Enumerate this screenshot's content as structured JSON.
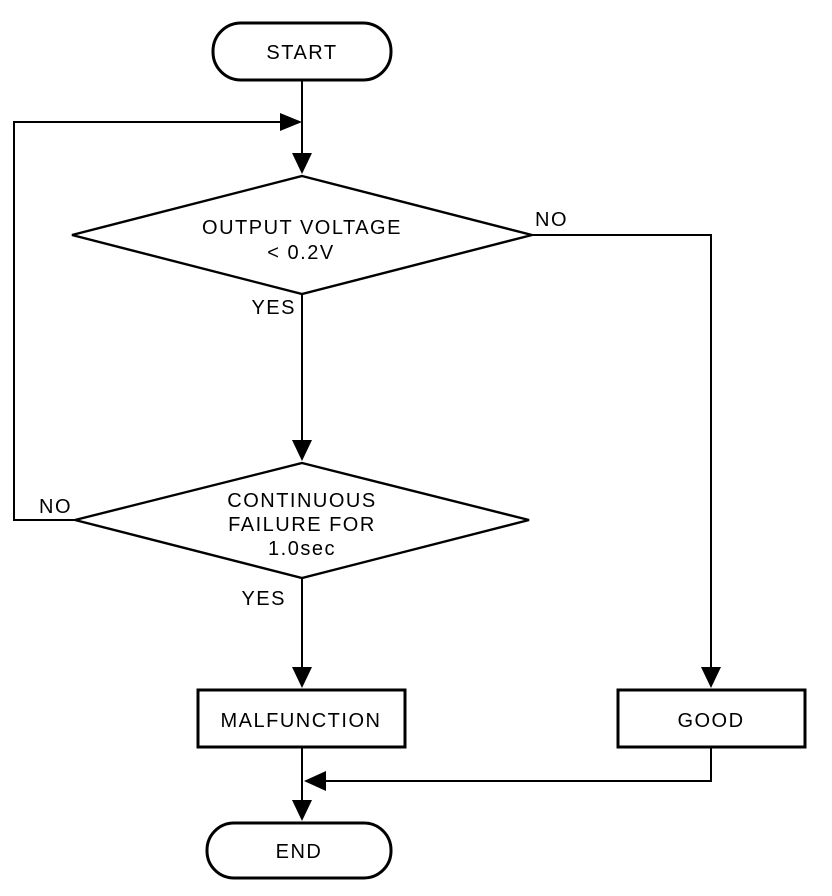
{
  "diagram": {
    "type": "flowchart",
    "colors": {
      "ink": "#000000",
      "background": "#ffffff"
    },
    "nodes": {
      "start": {
        "type": "terminator",
        "label": "START"
      },
      "decision_output_voltage": {
        "type": "decision",
        "lines": [
          "OUTPUT VOLTAGE",
          "< 0.2V"
        ]
      },
      "decision_continuous_failure": {
        "type": "decision",
        "lines": [
          "CONTINUOUS",
          "FAILURE FOR",
          "1.0sec"
        ]
      },
      "malfunction": {
        "type": "process",
        "label": "MALFUNCTION"
      },
      "good": {
        "type": "process",
        "label": "GOOD"
      },
      "end": {
        "type": "terminator",
        "label": "END"
      }
    },
    "edge_labels": {
      "decision1_no": "NO",
      "decision1_yes": "YES",
      "decision2_no": "NO",
      "decision2_yes": "YES"
    }
  }
}
